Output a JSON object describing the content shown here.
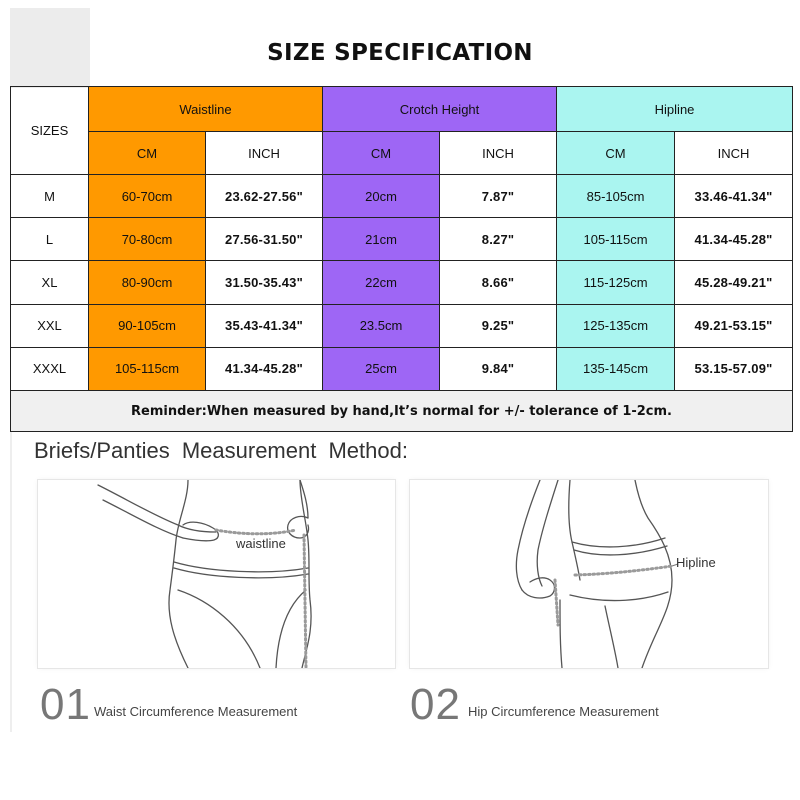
{
  "title": "SIZE SPECIFICATION",
  "table": {
    "sizes_header": "SIZES",
    "groups": [
      {
        "name": "Waistline",
        "color": "#ff9900"
      },
      {
        "name": "Crotch Height",
        "color": "#9e66f5"
      },
      {
        "name": "Hipline",
        "color": "#aaf5f0"
      }
    ],
    "unit_cm": "CM",
    "unit_inch": "INCH",
    "rows": [
      {
        "size": "M",
        "waist_cm": "60-70cm",
        "waist_in": "23.62-27.56\"",
        "crotch_cm": "20cm",
        "crotch_in": "7.87\"",
        "hip_cm": "85-105cm",
        "hip_in": "33.46-41.34\""
      },
      {
        "size": "L",
        "waist_cm": "70-80cm",
        "waist_in": "27.56-31.50\"",
        "crotch_cm": "21cm",
        "crotch_in": "8.27\"",
        "hip_cm": "105-115cm",
        "hip_in": "41.34-45.28\""
      },
      {
        "size": "XL",
        "waist_cm": "80-90cm",
        "waist_in": "31.50-35.43\"",
        "crotch_cm": "22cm",
        "crotch_in": "8.66\"",
        "hip_cm": "115-125cm",
        "hip_in": "45.28-49.21\""
      },
      {
        "size": "XXL",
        "waist_cm": "90-105cm",
        "waist_in": "35.43-41.34\"",
        "crotch_cm": "23.5cm",
        "crotch_in": "9.25\"",
        "hip_cm": "125-135cm",
        "hip_in": "49.21-53.15\""
      },
      {
        "size": "XXXL",
        "waist_cm": "105-115cm",
        "waist_in": "41.34-45.28\"",
        "crotch_cm": "25cm",
        "crotch_in": "9.84\"",
        "hip_cm": "135-145cm",
        "hip_in": "53.15-57.09\""
      }
    ],
    "reminder": "Reminder:When measured by hand,It’s normal for +/- tolerance of 1-2cm."
  },
  "method": {
    "title": "Briefs/Panties  Measurement  Method:",
    "steps": [
      {
        "number": "01",
        "caption": "Waist Circumference Measurement",
        "label": "waistline",
        "icon": "waist-measure-illustration"
      },
      {
        "number": "02",
        "caption": "Hip Circumference Measurement",
        "label": "Hipline",
        "icon": "hip-measure-illustration"
      }
    ]
  }
}
